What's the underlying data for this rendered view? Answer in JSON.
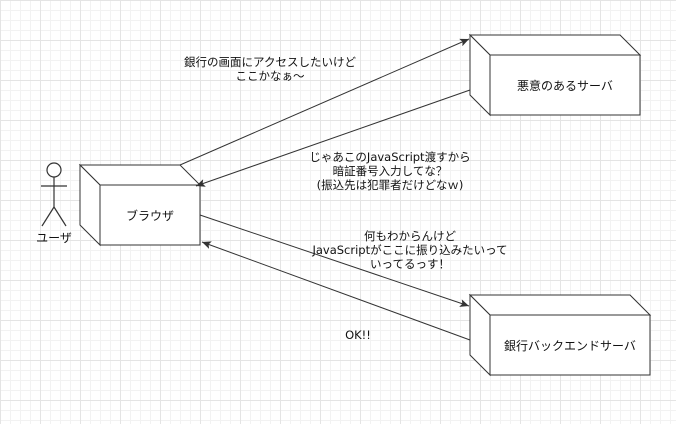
{
  "nodes": {
    "browser": {
      "label": "ブラウザ"
    },
    "malicious_server": {
      "label": "悪意のあるサーバ"
    },
    "bank_backend": {
      "label": "銀行バックエンドサーバ"
    },
    "user": {
      "label": "ユーザ"
    }
  },
  "notes": {
    "request_bank": "銀行の画面にアクセスしたいけど\nここかなぁ～",
    "malicious_reply": "じゃあこのJavaScript渡すから\n暗証番号入力してな？\n(振込先は犯罪者だけどなｗ)",
    "forward_to_bank": "何もわからんけど\nJavaScriptがここに振り込みたいって\nいってるっす！",
    "bank_ok": "OK!!"
  },
  "colors": {
    "stroke": "#333333",
    "fill": "#ffffff",
    "grid": "#e4e4e4"
  }
}
